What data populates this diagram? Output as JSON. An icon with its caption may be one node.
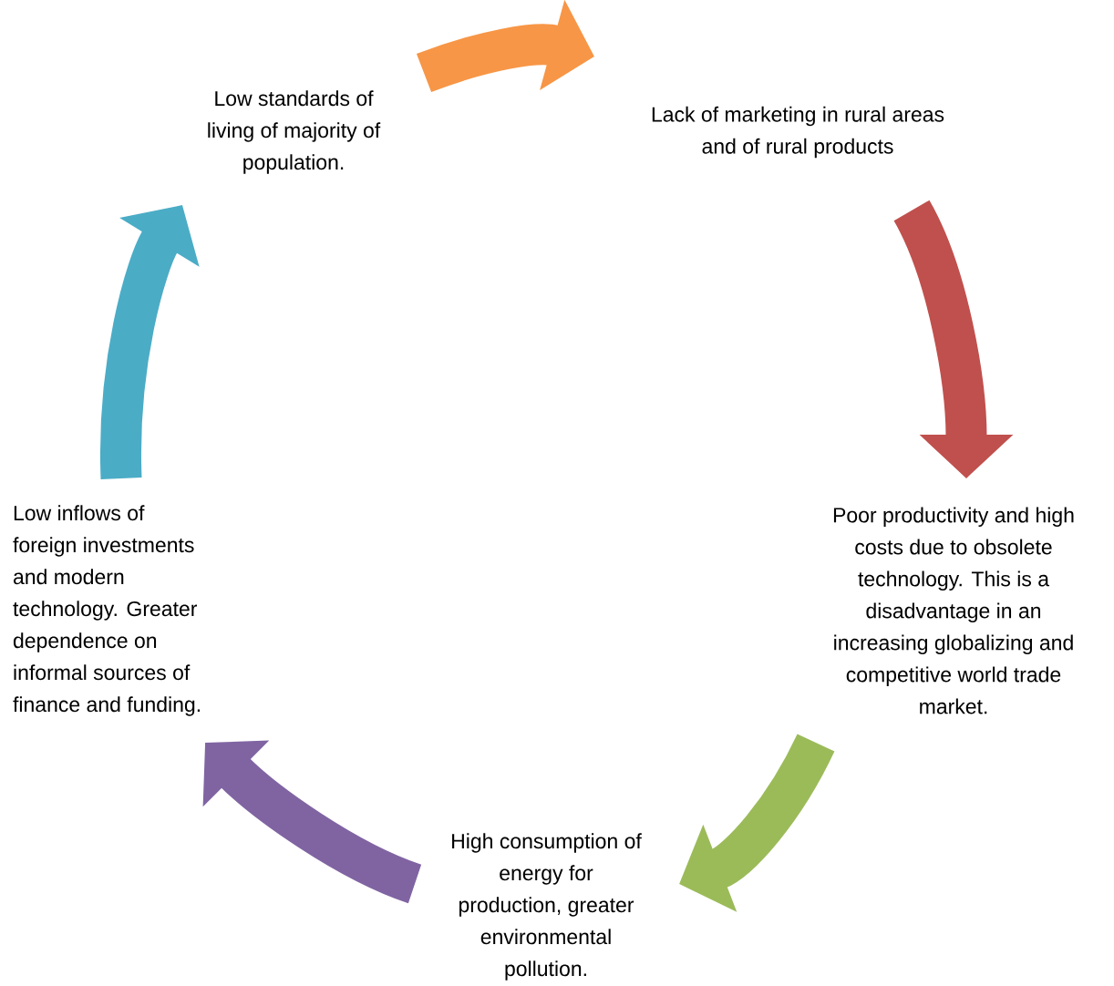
{
  "diagram": {
    "nodes": [
      {
        "text": [
          "Low standards of living of majority of population."
        ]
      },
      {
        "text": [
          "Lack of marketing in rural areas and of rural products"
        ]
      },
      {
        "text": [
          "Poor productivity and high costs due to obsolete technology.  This is a disadvantage in an increasing globalizing and competitive world trade market."
        ]
      },
      {
        "text": [
          "High consumption of energy for production, greater environmental pollution."
        ]
      },
      {
        "text": [
          "Low inflows of foreign investments and modern technology.  Greater dependence on informal sources of finance and funding."
        ]
      }
    ],
    "edges": [
      {
        "from": 0,
        "to": 1,
        "arrow": "to",
        "color": "#f79646"
      },
      {
        "from": 1,
        "to": 2,
        "arrow": "to",
        "color": "#c0504d"
      },
      {
        "from": 2,
        "to": 3,
        "arrow": "to",
        "color": "#9bbb59"
      },
      {
        "from": 3,
        "to": 4,
        "arrow": "to",
        "color": "#8064a2"
      },
      {
        "from": 4,
        "to": 0,
        "arrow": "to",
        "color": "#4bacc6"
      }
    ]
  }
}
